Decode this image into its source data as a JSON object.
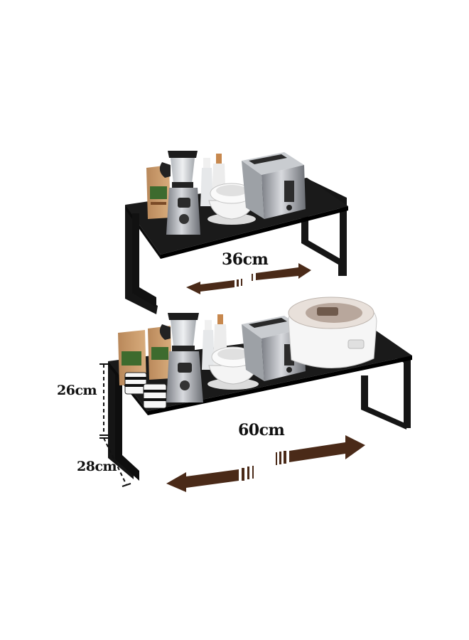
{
  "dimensions": {
    "small_shelf_width": "36cm",
    "large_shelf_width": "60cm",
    "height": "26cm",
    "depth": "28cm"
  },
  "colors": {
    "shelf": "#151515",
    "arrow": "#4a2a18",
    "background": "#ffffff"
  },
  "products": {
    "small_shelf_items": [
      "blender-icon",
      "coffee-bag-icon",
      "bottle-icon",
      "bowl-stack-icon",
      "toaster-icon"
    ],
    "large_shelf_items": [
      "blender-icon",
      "coffee-bag-icon",
      "mug-icon",
      "bottle-icon",
      "bowl-stack-icon",
      "toaster-icon",
      "rice-cooker-icon"
    ]
  }
}
